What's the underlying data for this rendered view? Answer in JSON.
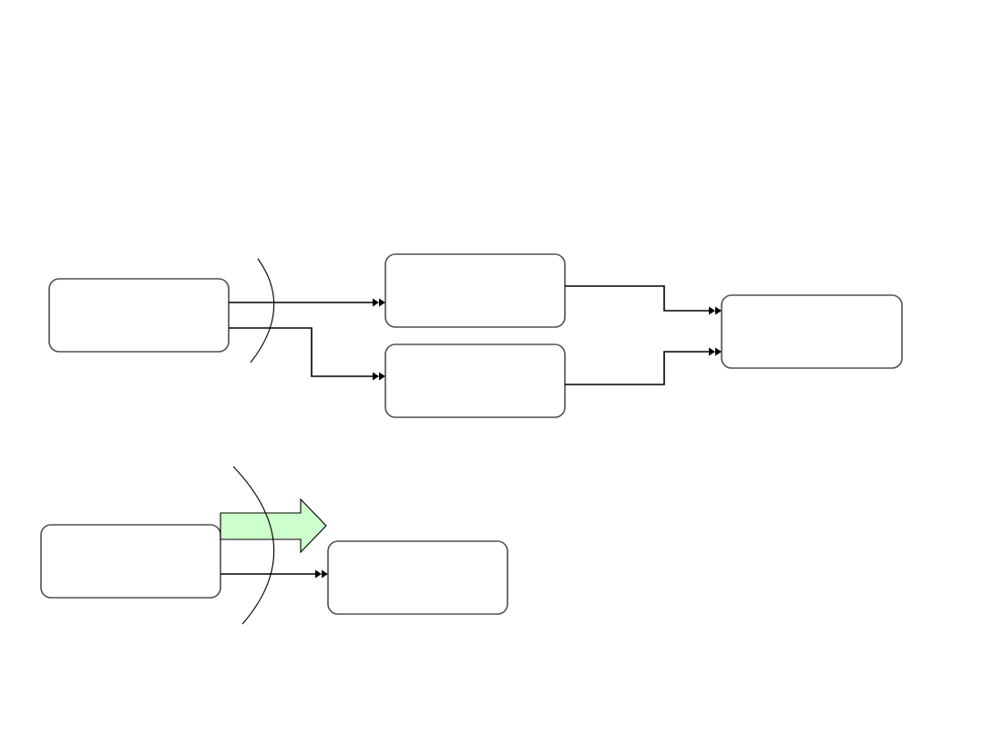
{
  "diagram": {
    "colors": {
      "box_stroke": "#505050",
      "line": "#000000",
      "block_arrow_fill": "#ccffcc",
      "background": "#ffffff"
    },
    "top_group": {
      "boxes": 4,
      "connectors": 4,
      "boundary_arcs": 1
    },
    "bottom_group": {
      "boxes": 2,
      "connectors": 1,
      "block_arrows": 1,
      "boundary_arcs": 1
    }
  }
}
